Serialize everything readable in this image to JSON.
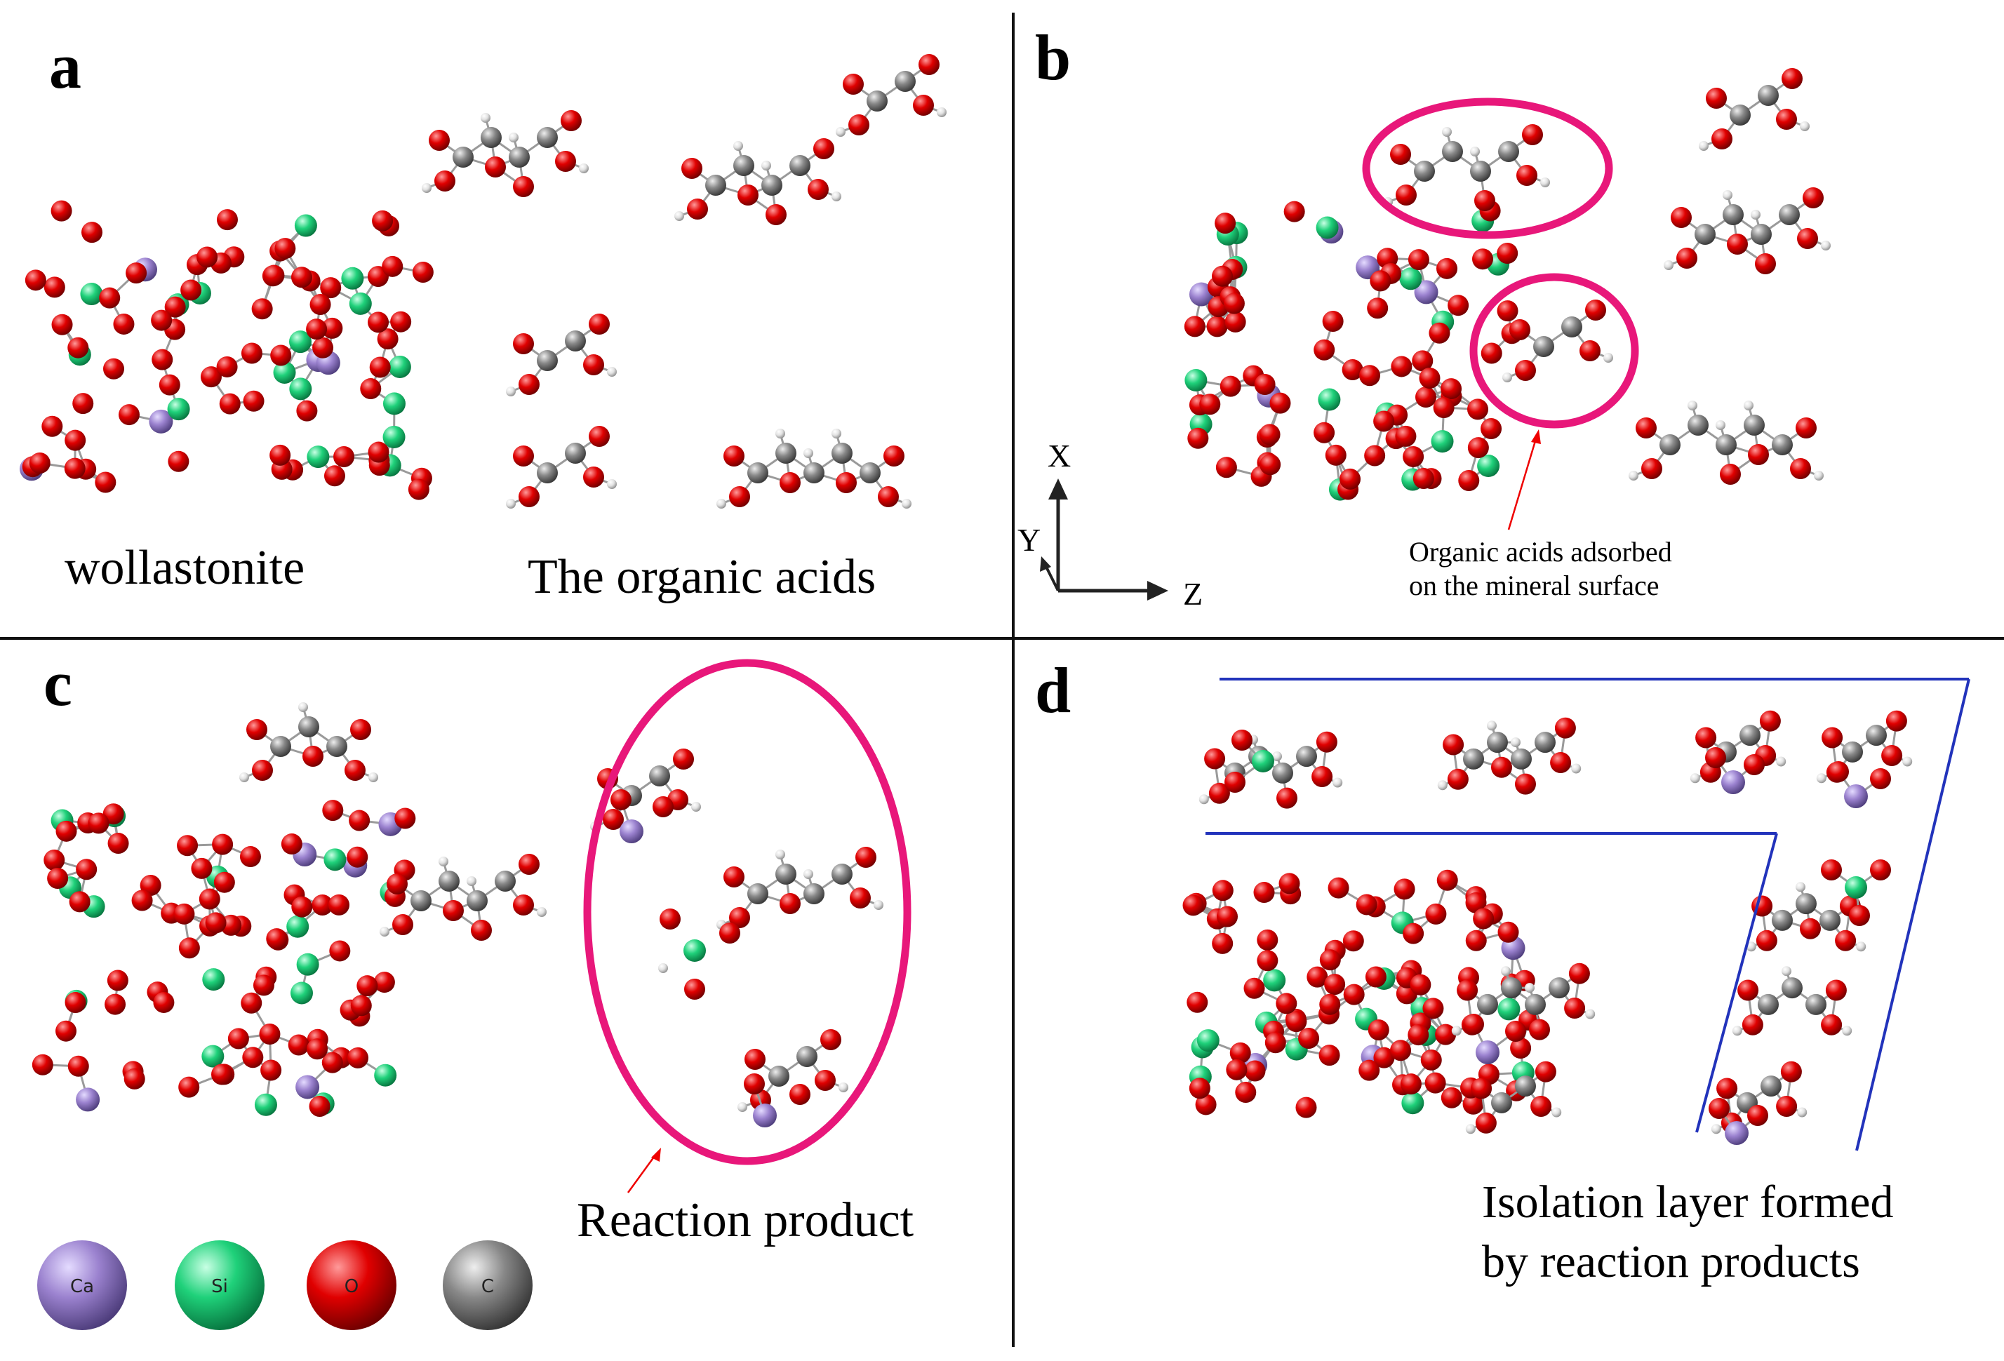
{
  "panels": {
    "a": {
      "letter": "a",
      "mineral_label": "wollastonite",
      "acids_label": "The organic acids"
    },
    "b": {
      "letter": "b",
      "axes": {
        "x": "X",
        "y": "Y",
        "z": "Z"
      },
      "annotation": [
        "Organic acids adsorbed",
        "on the mineral surface"
      ]
    },
    "c": {
      "letter": "c",
      "annotation": "Reaction product"
    },
    "d": {
      "letter": "d",
      "annotation": [
        "Isolation layer formed",
        "by reaction products"
      ]
    }
  },
  "legend": [
    {
      "symbol": "Ca",
      "color": "#9b82cf"
    },
    {
      "symbol": "Si",
      "color": "#1fd17a"
    },
    {
      "symbol": "O",
      "color": "#e60000"
    },
    {
      "symbol": "C",
      "color": "#8a8a8a"
    }
  ],
  "atom_colors": {
    "Ca": "#9b82cf",
    "Si": "#1fd17a",
    "O": "#e00000",
    "C": "#888888",
    "H": "#e6e6e6"
  },
  "highlight_color": "#e8177a",
  "isolation_line_color": "#2233bb"
}
